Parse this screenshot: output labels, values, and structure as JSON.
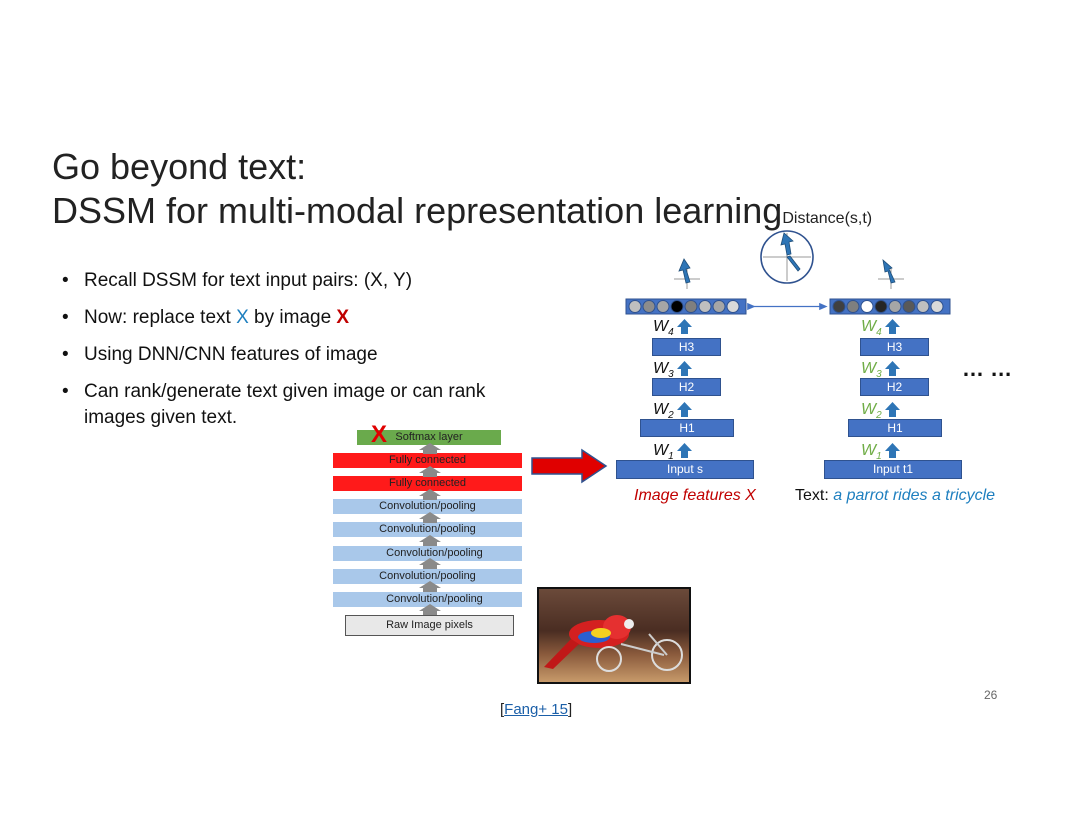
{
  "title": {
    "line1": "Go beyond text:",
    "line2": "DSSM for multi-modal representation learning",
    "distance": "Distance(s,t)"
  },
  "bullets": [
    {
      "text": "Recall DSSM for text input pairs:  (X, Y)"
    },
    {
      "pre": "Now: replace text ",
      "x_blue": "X",
      "mid": " by image ",
      "x_red": "X"
    },
    {
      "text": "Using DNN/CNN features of image"
    },
    {
      "text": "Can rank/generate text given image or can rank images given text."
    }
  ],
  "cnn": {
    "softmax": "Softmax layer",
    "fc1": "Fully connected",
    "fc2": "Fully connected",
    "conv1": "Convolution/pooling",
    "conv2": "Convolution/pooling",
    "conv3": "Convolution/pooling",
    "conv4": "Convolution/pooling",
    "conv5": "Convolution/pooling",
    "raw": "Raw Image pixels",
    "x_mark": "X"
  },
  "left_tower": {
    "h3": "H3",
    "h2": "H2",
    "h1": "H1",
    "input": "Input s",
    "w4": "W",
    "w4s": "4",
    "w3": "W",
    "w3s": "3",
    "w2": "W",
    "w2s": "2",
    "w1": "W",
    "w1s": "1",
    "caption": "Image features X"
  },
  "right_tower": {
    "h3": "H3",
    "h2": "H2",
    "h1": "H1",
    "input": "Input t1",
    "w4": "W",
    "w4s": "4",
    "w3": "W",
    "w3s": "3",
    "w2": "W",
    "w2s": "2",
    "w1": "W",
    "w1s": "1",
    "caption_prefix": "Text: ",
    "caption": "a parrot rides a tricycle"
  },
  "ellipsis": "… …",
  "citation": {
    "open": "[",
    "link": "Fang+ 15",
    "close": "]"
  },
  "page_number": "26",
  "colors": {
    "accent_blue": "#4472c4",
    "red": "#c00000",
    "green": "#70ad47",
    "link_blue": "#1e7fbf"
  }
}
